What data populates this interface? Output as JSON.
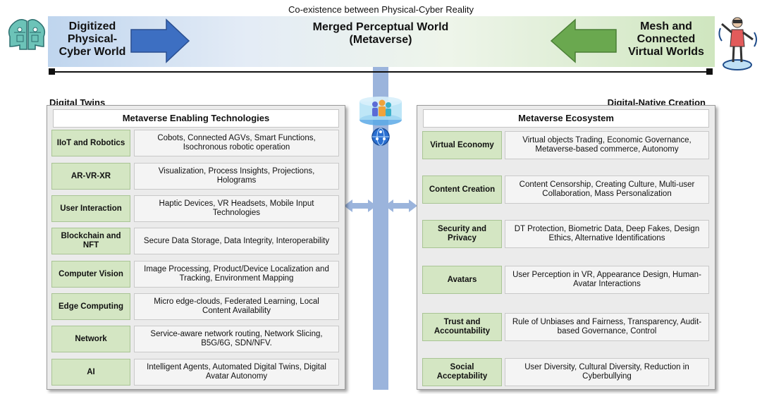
{
  "caption": "Co-existence between Physical-Cyber Reality",
  "banner": {
    "left_text": "Digitized Physical- Cyber World",
    "center_text": "Merged Perceptual World (Metaverse)",
    "right_text": "Mesh and Connected Virtual Worlds"
  },
  "timeline": {
    "left_label": "Digital Twins",
    "right_label": "Digital-Native Creation"
  },
  "colors": {
    "key_fill": "#d4e6c3",
    "central_bar": "#9bb4dc",
    "left_arrow": "#3d6fc2",
    "right_arrow": "#6aa84f"
  },
  "left_panel": {
    "title": "Metaverse Enabling Technologies",
    "rows": [
      {
        "key": "IIoT and Robotics",
        "value": "Cobots, Connected AGVs, Smart Functions, Isochronous robotic operation"
      },
      {
        "key": "AR-VR-XR",
        "value": "Visualization, Process Insights, Projections, Holograms"
      },
      {
        "key": "User Interaction",
        "value": "Haptic Devices, VR Headsets, Mobile Input Technologies"
      },
      {
        "key": "Blockchain and NFT",
        "value": "Secure Data Storage, Data Integrity, Interoperability"
      },
      {
        "key": "Computer Vision",
        "value": "Image Processing, Product/Device Localization and Tracking, Environment Mapping"
      },
      {
        "key": "Edge Computing",
        "value": "Micro edge-clouds, Federated Learning, Local Content Availability"
      },
      {
        "key": "Network",
        "value": "Service-aware network routing, Network Slicing, B5G/6G, SDN/NFV."
      },
      {
        "key": "AI",
        "value": "Intelligent Agents, Automated Digital Twins, Digital Avatar Autonomy"
      }
    ]
  },
  "right_panel": {
    "title": "Metaverse Ecosystem",
    "rows": [
      {
        "key": "Virtual Economy",
        "value": "Virtual objects Trading, Economic Governance, Metaverse-based commerce, Autonomy"
      },
      {
        "key": "Content Creation",
        "value": "Content Censorship, Creating Culture, Multi-user Collaboration, Mass Personalization"
      },
      {
        "key": "Security and Privacy",
        "value": "DT Protection, Biometric Data, Deep Fakes, Design Ethics, Alternative Identifications"
      },
      {
        "key": "Avatars",
        "value": "User Perception in VR, Appearance Design, Human-Avatar Interactions"
      },
      {
        "key": "Trust and Accountability",
        "value": "Rule of Unbiases and Fairness, Transparency, Audit-based Governance, Control"
      },
      {
        "key": "Social Acceptability",
        "value": "User Diversity, Cultural Diversity, Reduction in Cyberbullying"
      }
    ]
  }
}
